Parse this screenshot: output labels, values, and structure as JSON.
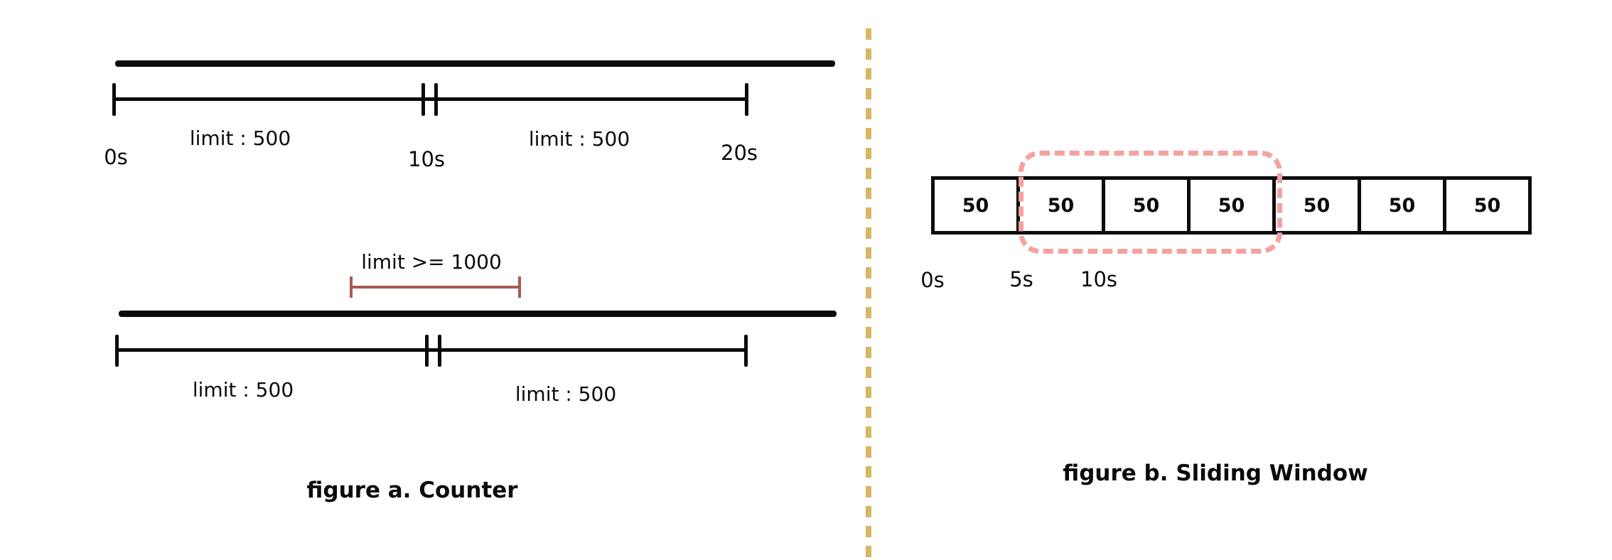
{
  "colors": {
    "divider": "#d9b564",
    "counter_window": "#a85a52",
    "sliding_window": "#f4a2a0",
    "ink": "#0b0b0b"
  },
  "figure_a": {
    "caption": "figure a. Counter",
    "timeline1": {
      "segment_labels": [
        "limit : 500",
        "limit : 500"
      ],
      "time_labels": [
        "0s",
        "10s",
        "20s"
      ]
    },
    "timeline2": {
      "window_label": "limit >= 1000",
      "segment_labels": [
        "limit : 500",
        "limit : 500"
      ]
    }
  },
  "figure_b": {
    "caption": "figure b. Sliding Window",
    "cell_values": [
      "50",
      "50",
      "50",
      "50",
      "50",
      "50",
      "50"
    ],
    "time_labels": [
      "0s",
      "5s",
      "10s"
    ]
  }
}
